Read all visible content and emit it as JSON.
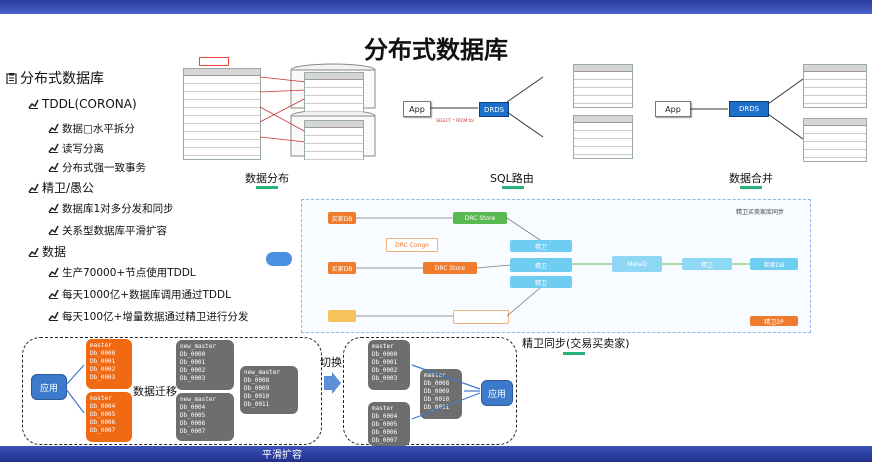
{
  "slide": {
    "title": "分布式数据库",
    "tree": [
      {
        "level": 1,
        "text": "分布式数据库"
      },
      {
        "level": 2,
        "text": "TDDL(CORONA)"
      },
      {
        "level": 3,
        "text": "数据□水平拆分"
      },
      {
        "level": 3,
        "text": "读写分离"
      },
      {
        "level": 3,
        "text": "分布式强一致事务"
      },
      {
        "level": 2,
        "text": "精卫/愚公"
      },
      {
        "level": 3,
        "text": "数据库1对多分发和同步"
      },
      {
        "level": 3,
        "text": "关系型数据库平滑扩容"
      },
      {
        "level": 2,
        "text": "数据"
      },
      {
        "level": 3,
        "text": "生产70000+节点使用TDDL"
      },
      {
        "level": 3,
        "text": "每天1000亿+数据库调用通过TDDL"
      },
      {
        "level": 3,
        "text": "每天100亿+增量数据通过精卫进行分发"
      }
    ],
    "diagrams": {
      "sharding_caption": "数据分布",
      "routing_caption": "SQL路由",
      "merge_caption": "数据合并",
      "app_label": "App",
      "drds_label": "DRDS",
      "sync_caption": "精卫同步(交易买卖家)",
      "flow_title": "精卫买卖家库同步",
      "flow_boxes": [
        "买家DB",
        "买家DB",
        "DRC Store",
        "DRC Store",
        "DRC Congo",
        "精卫",
        "精卫",
        "精卫",
        "MetaQ",
        "精卫",
        "卖家DB",
        "精卫2P"
      ]
    },
    "expansion": {
      "app_label": "应用",
      "migrate_label": "数据迁移",
      "switch_label": "切换",
      "bottom_caption": "平滑扩容",
      "left_masters": [
        {
          "name": "master",
          "dbs": [
            "Db_0000",
            "Db_0001",
            "Db_0002",
            "Db_0003"
          ]
        },
        {
          "name": "master",
          "dbs": [
            "Db_0004",
            "Db_0005",
            "Db_0006",
            "Db_0007"
          ]
        }
      ],
      "new_masters": [
        {
          "name": "new_master",
          "dbs": [
            "Db_0000",
            "Db_0001",
            "Db_0002",
            "Db_0003"
          ]
        },
        {
          "name": "new_master",
          "dbs": [
            "Db_0004",
            "Db_0005",
            "Db_0006",
            "Db_0007"
          ]
        },
        {
          "name": "new_master",
          "dbs": [
            "Db_0008",
            "Db_0009",
            "Db_0010",
            "Db_0011"
          ]
        }
      ],
      "right_masters": [
        {
          "name": "master",
          "dbs": [
            "Db_0000",
            "Db_0001",
            "Db_0002",
            "Db_0003"
          ]
        },
        {
          "name": "master",
          "dbs": [
            "Db_0004",
            "Db_0005",
            "Db_0006",
            "Db_0007"
          ]
        },
        {
          "name": "master",
          "dbs": [
            "Db_0008",
            "Db_0009",
            "Db_0010",
            "Db_0011"
          ]
        }
      ]
    }
  },
  "colors": {
    "accent_orange": "#f06a14",
    "node_gray": "#6e6e6e",
    "drds_blue": "#1d6fc9",
    "bar_blue": "#2a3a9c",
    "caption_green": "#2ab27b"
  }
}
